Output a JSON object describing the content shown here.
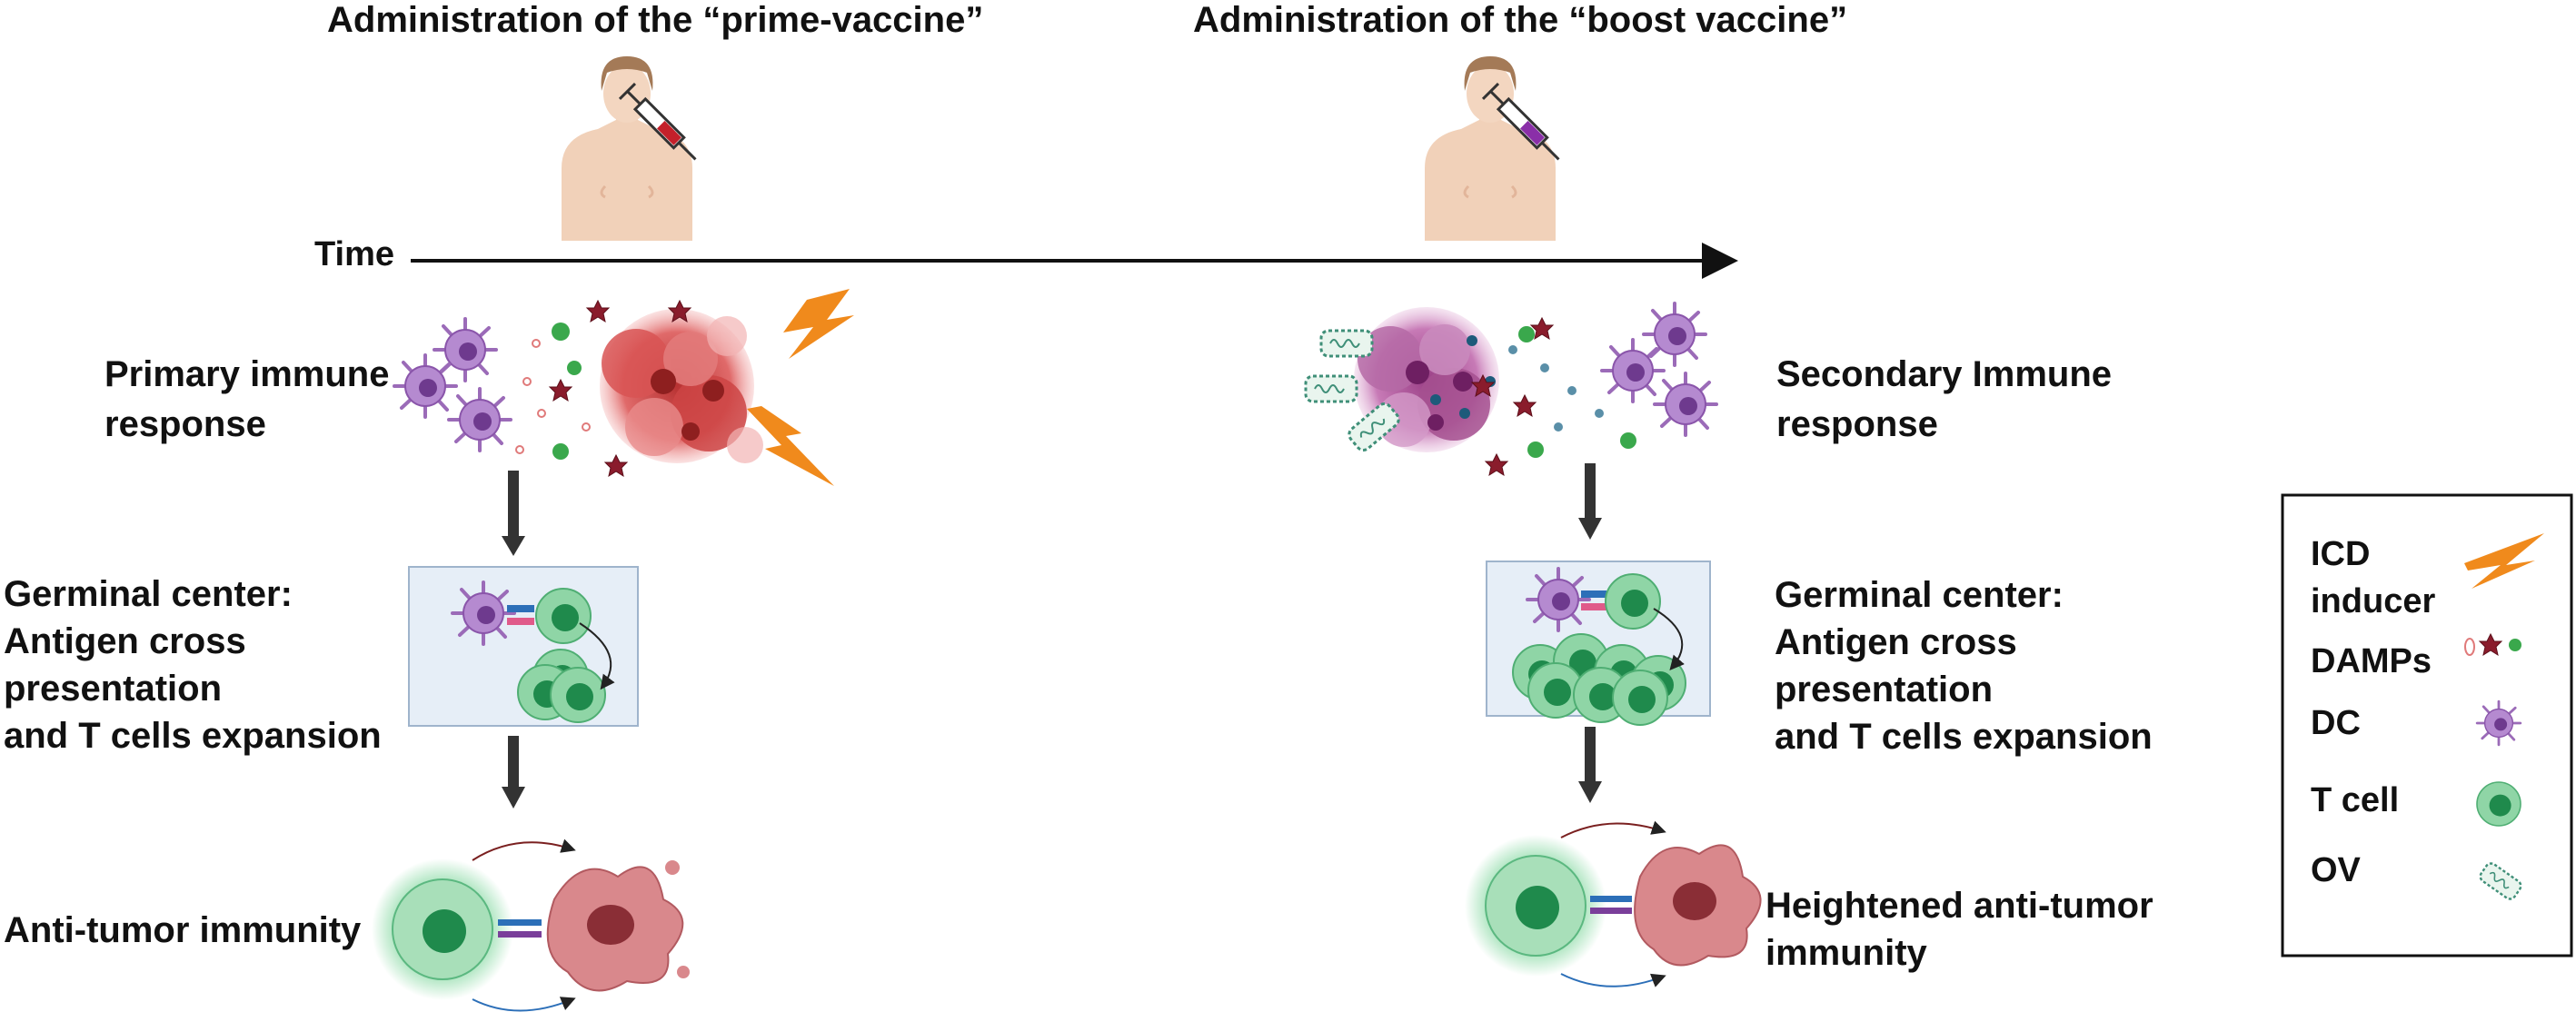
{
  "titles": {
    "prime": "Administration of the “prime-vaccine”",
    "boost": "Administration of the “boost vaccine”"
  },
  "timeline": {
    "label": "Time"
  },
  "left": {
    "response": [
      "Primary immune",
      "response"
    ],
    "germinal": [
      "Germinal center:",
      "Antigen cross",
      "presentation",
      "and T cells expansion"
    ],
    "outcome": [
      "Anti-tumor immunity"
    ]
  },
  "right": {
    "response": [
      "Secondary Immune",
      "response"
    ],
    "germinal": [
      "Germinal center:",
      "Antigen cross",
      "presentation",
      "and T cells expansion"
    ],
    "outcome": [
      "Heightened anti-tumor",
      "immunity"
    ]
  },
  "legend": {
    "items": [
      {
        "label": [
          "ICD",
          "inducer"
        ],
        "icon": "lightning-icon"
      },
      {
        "label": [
          "DAMPs"
        ],
        "icon": "damps-icon"
      },
      {
        "label": [
          "DC"
        ],
        "icon": "dendritic-cell-icon"
      },
      {
        "label": [
          "T cell"
        ],
        "icon": "t-cell-icon"
      },
      {
        "label": [
          "OV"
        ],
        "icon": "oncolytic-virus-icon"
      }
    ]
  },
  "colors": {
    "dc": "#9b6bb8",
    "tcell": "#2f9e5e",
    "tumor_red": "#c94a4a",
    "tumor_purple": "#b05a9c",
    "lightning": "#f08a1c",
    "box_fill": "#e6eef7",
    "box_stroke": "#9fb4cc"
  }
}
